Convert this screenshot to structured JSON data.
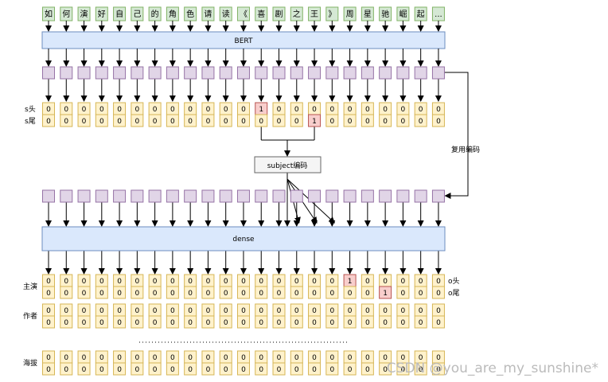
{
  "tokens": [
    "如",
    "何",
    "演",
    "好",
    "自",
    "己",
    "的",
    "角",
    "色",
    "请",
    "读",
    "《",
    "喜",
    "剧",
    "之",
    "王",
    "》",
    "周",
    "星",
    "驰",
    "崛",
    "起",
    "..."
  ],
  "bert_label": "BERT",
  "dense_label": "dense",
  "subject_box_label": "subject编码",
  "reuse_label": "复用编码",
  "subject_rows": [
    {
      "label": "s头",
      "values": [
        0,
        0,
        0,
        0,
        0,
        0,
        0,
        0,
        0,
        0,
        0,
        0,
        1,
        0,
        0,
        0,
        0,
        0,
        0,
        0,
        0,
        0,
        0
      ]
    },
    {
      "label": "s尾",
      "values": [
        0,
        0,
        0,
        0,
        0,
        0,
        0,
        0,
        0,
        0,
        0,
        0,
        0,
        0,
        0,
        1,
        0,
        0,
        0,
        0,
        0,
        0,
        0
      ]
    }
  ],
  "relation_groups": [
    {
      "label": "主演",
      "right_labels": [
        "o头",
        "o尾"
      ],
      "rows": [
        [
          0,
          0,
          0,
          0,
          0,
          0,
          0,
          0,
          0,
          0,
          0,
          0,
          0,
          0,
          0,
          0,
          0,
          1,
          0,
          0,
          0,
          0,
          0
        ],
        [
          0,
          0,
          0,
          0,
          0,
          0,
          0,
          0,
          0,
          0,
          0,
          0,
          0,
          0,
          0,
          0,
          0,
          0,
          0,
          1,
          0,
          0,
          0
        ]
      ]
    },
    {
      "label": "作者",
      "right_labels": [],
      "rows": [
        [
          0,
          0,
          0,
          0,
          0,
          0,
          0,
          0,
          0,
          0,
          0,
          0,
          0,
          0,
          0,
          0,
          0,
          0,
          0,
          0,
          0,
          0,
          0
        ],
        [
          0,
          0,
          0,
          0,
          0,
          0,
          0,
          0,
          0,
          0,
          0,
          0,
          0,
          0,
          0,
          0,
          0,
          0,
          0,
          0,
          0,
          0,
          0
        ]
      ]
    },
    {
      "label": "海拔",
      "right_labels": [],
      "rows": [
        [
          0,
          0,
          0,
          0,
          0,
          0,
          0,
          0,
          0,
          0,
          0,
          0,
          0,
          0,
          0,
          0,
          0,
          0,
          0,
          0,
          0,
          0,
          0
        ],
        [
          0,
          0,
          0,
          0,
          0,
          0,
          0,
          0,
          0,
          0,
          0,
          0,
          0,
          0,
          0,
          0,
          0,
          0,
          0,
          0,
          0,
          0,
          0
        ]
      ]
    }
  ],
  "watermark": "CSDN @you_are_my_sunshine*"
}
